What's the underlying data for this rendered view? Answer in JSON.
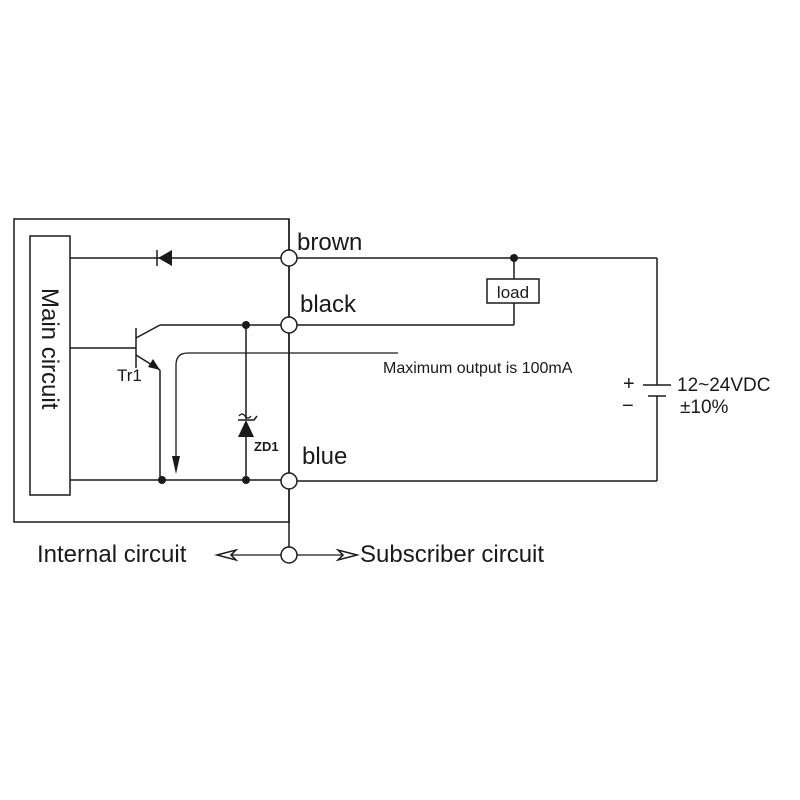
{
  "diagram": {
    "main_circuit_label": "Main circuit",
    "wires": {
      "brown": "brown",
      "black": "black",
      "blue": "blue"
    },
    "load_label": "load",
    "transistor_label": "Tr1",
    "zener_label": "ZD1",
    "max_output_note": "Maximum output is 100mA",
    "supply": {
      "plus": "+",
      "minus": "−",
      "voltage": "12~24VDC",
      "tolerance": "±10%"
    },
    "internal_circuit": "Internal circuit",
    "subscriber_circuit": "Subscriber circuit"
  }
}
